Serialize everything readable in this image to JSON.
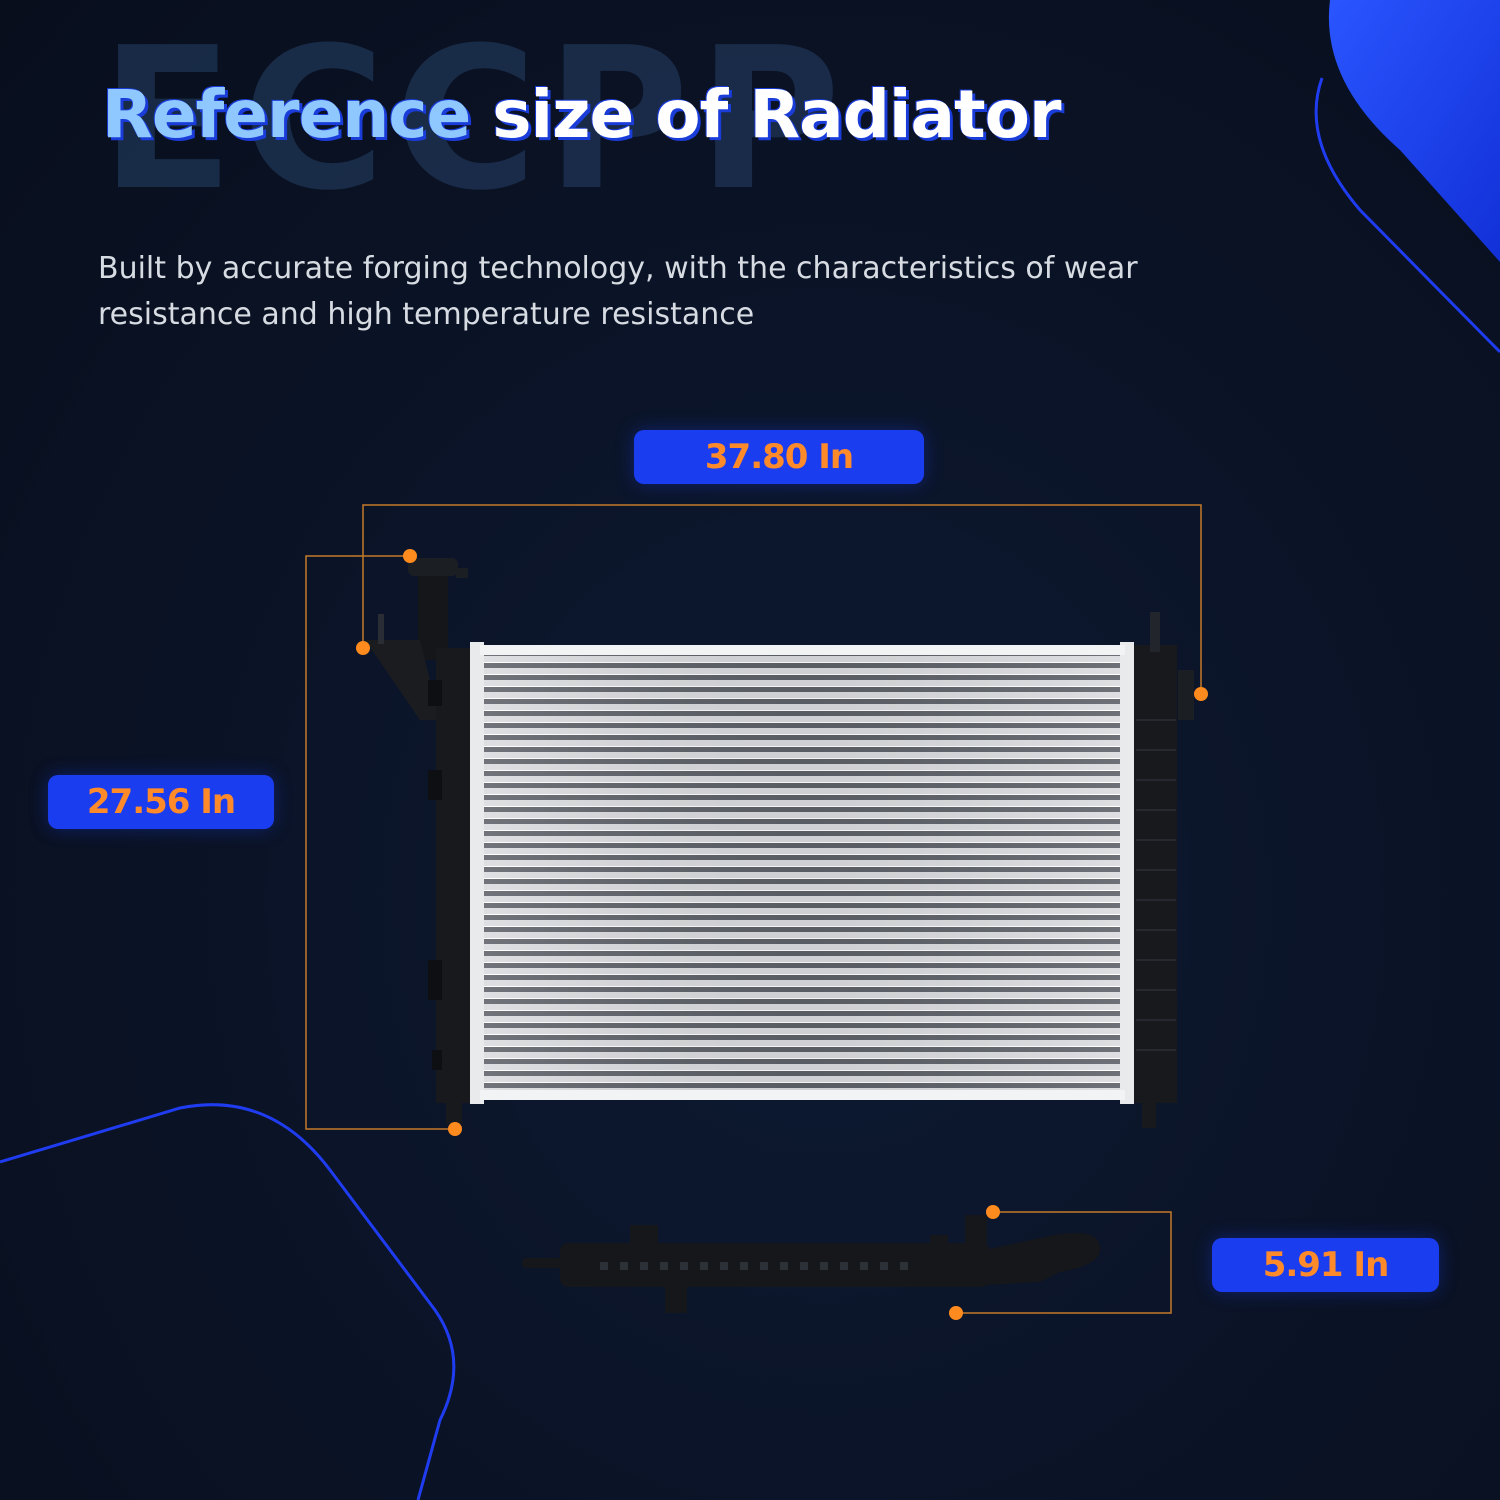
{
  "brand": {
    "watermark": "ECCPP"
  },
  "header": {
    "title_accent": "Reference",
    "title_rest": "size of Radiator",
    "subtitle": "Built by accurate forging technology,  with the characteristics of wear resistance and high temperature resistance"
  },
  "dimensions": {
    "width_label": "37.80 In",
    "height_label": "27.56 In",
    "depth_label": "5.91 In"
  },
  "colors": {
    "background": "#0b1428",
    "accent_blue": "#1b3df0",
    "label_orange": "#ff8a2a",
    "title_light_blue": "#8fc7ff",
    "dimension_line": "#c57a2a"
  }
}
